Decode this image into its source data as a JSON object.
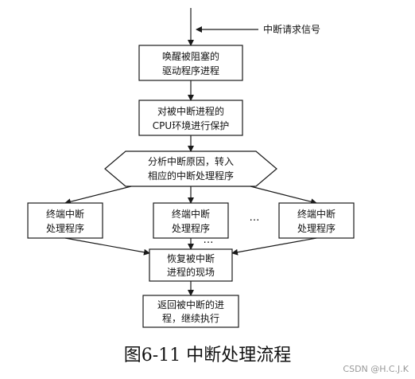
{
  "interrupt_signal": "中断请求信号",
  "nodes": {
    "wake": [
      "唤醒被阻塞的",
      "驱动程序进程"
    ],
    "protect": [
      "对被中断进程的",
      "CPU环境进行保护"
    ],
    "analyze": [
      "分析中断原因，转入",
      "相应的中断处理程序"
    ],
    "handlers": [
      [
        "终端中断",
        "处理程序"
      ],
      [
        "终端中断",
        "处理程序"
      ],
      [
        "终端中断",
        "处理程序"
      ]
    ],
    "handler_ellipsis": "…",
    "lower_ellipsis": "…",
    "restore": [
      "恢复被中断",
      "进程的现场"
    ],
    "return": [
      "返回被中断的进",
      "程，继续执行"
    ]
  },
  "caption": "图6-11  中断处理流程",
  "credit": "CSDN @H.C.J.K",
  "colors": {
    "line": "#1a1a1a",
    "box_border": "#1a1a1a",
    "box_fill": "#ffffff"
  }
}
